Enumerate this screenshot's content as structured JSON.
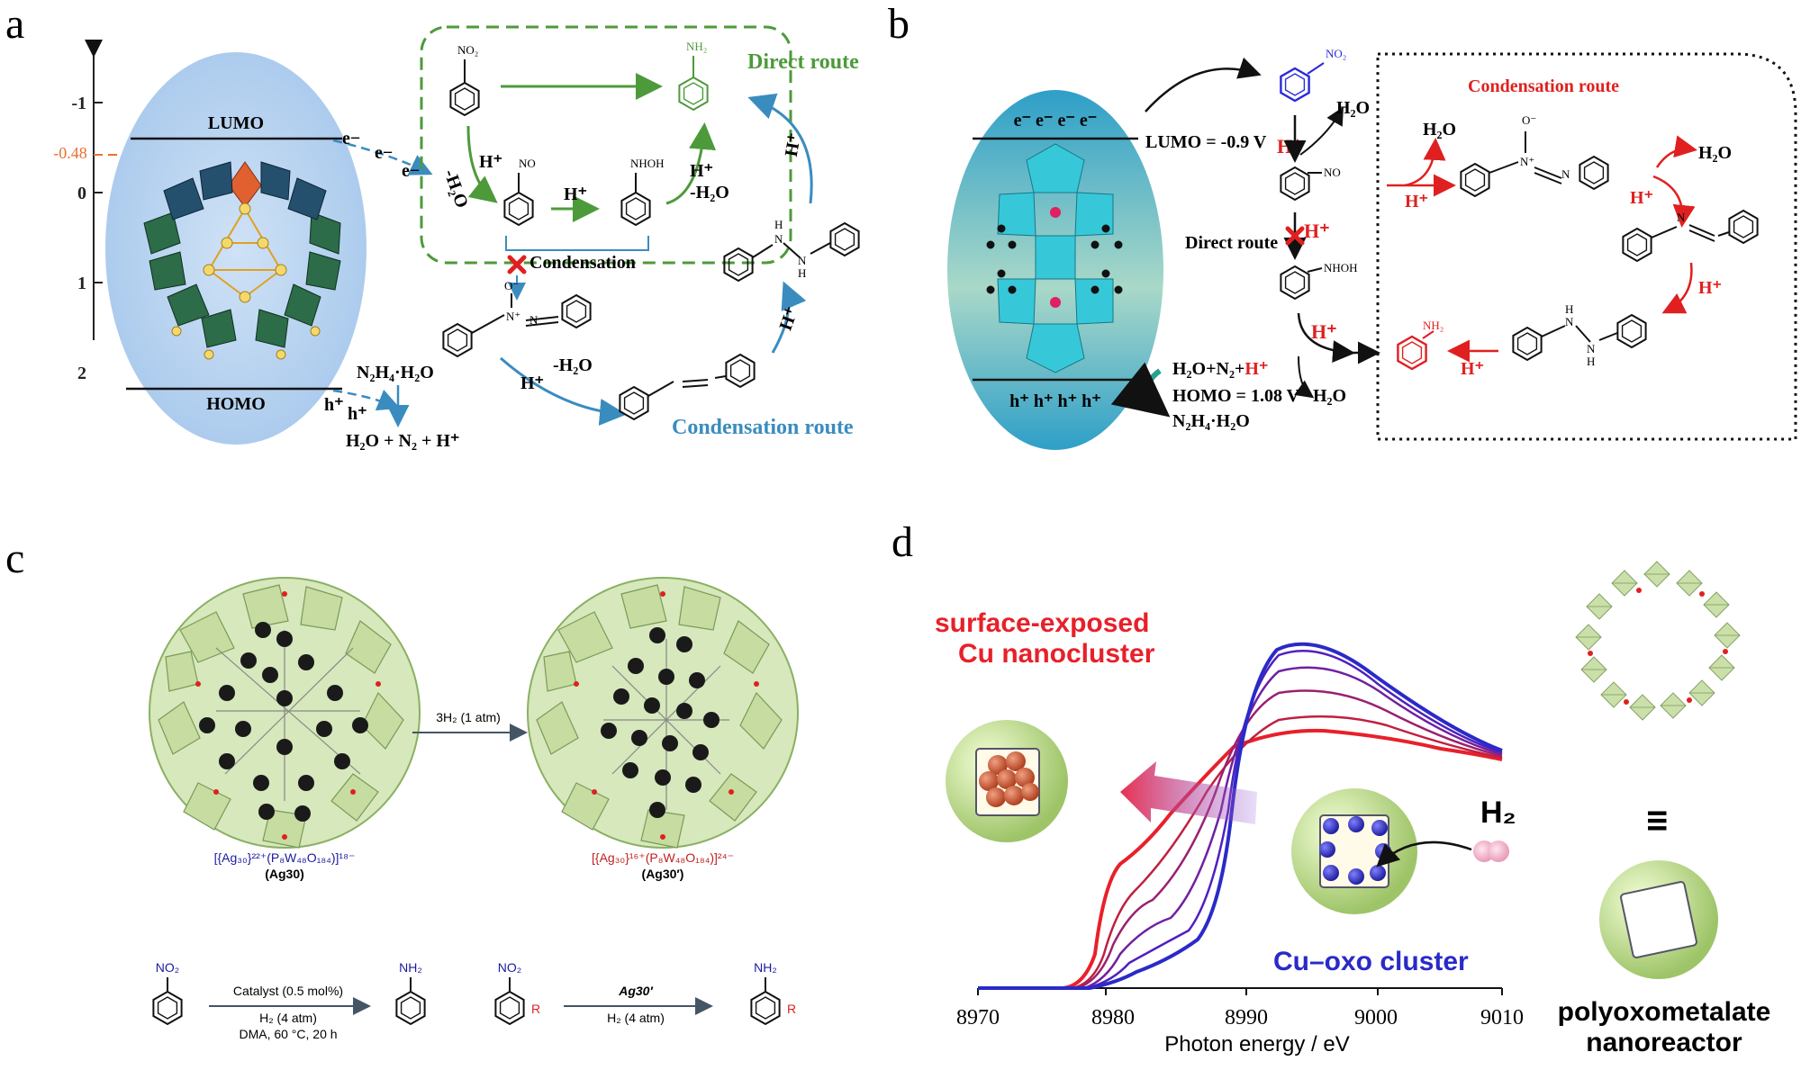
{
  "panels": {
    "a": {
      "letter": "a",
      "axis_ticks": [
        "-1",
        "0",
        "1",
        "2"
      ],
      "marker": "-0.48",
      "lumo": "LUMO",
      "homo": "HOMO",
      "electron": "e−",
      "hole": "h⁺",
      "reductant": "N₂H₄·H₂O",
      "oxidation_products": "H₂O + N₂ + H⁺",
      "direct_route": "Direct route",
      "condensation": "Condensation",
      "condensation_route": "Condensation route",
      "proton": "H⁺",
      "water_loss": "-H₂O",
      "water_loss_2": "-H₂O",
      "water_loss_3": "-H₂O",
      "nh2": "NH₂",
      "no2": "NO₂",
      "no": "NO",
      "nhoh": "NHOH",
      "o_minus": "O⁻",
      "n_plus": "N⁺",
      "n": "N",
      "nh": "N",
      "h": "H"
    },
    "b": {
      "letter": "b",
      "electrons": "e⁻ e⁻ e⁻ e⁻",
      "holes": "h⁺ h⁺ h⁺ h⁺",
      "lumo": "LUMO = -0.9 V",
      "homo": "HOMO = 1.08 V",
      "reductant": "N₂H₄·H₂O",
      "oxidation_products_a": "H₂O+N₂+",
      "oxidation_products_b": "H⁺",
      "water": "H₂O",
      "proton": "H⁺",
      "direct_route": "Direct route",
      "condensation_route": "Condensation route",
      "no2": "NO₂",
      "no": "NO",
      "nhoh": "NHOH",
      "nh2": "NH₂",
      "o_minus": "O⁻",
      "n_plus": "N⁺",
      "n": "N",
      "h": "H"
    },
    "c": {
      "letter": "c",
      "arrow_label": "3H₂ (1 atm)",
      "formula_left": "[{Ag₃₀}²²⁺(P₈W₄₈O₁₈₄)]¹⁸⁻",
      "name_left": "(Ag30)",
      "formula_right": "[{Ag₃₀}¹⁶⁺(P₈W₄₈O₁₈₄)]²⁴⁻",
      "name_right": "(Ag30′)",
      "no2": "NO₂",
      "nh2": "NH₂",
      "r": "R",
      "catalyst": "Catalyst (0.5 mol%)",
      "h2_pressure": "H₂ (4 atm)",
      "conditions": "DMA, 60 °C, 20 h",
      "catalyst_2": "Ag30′",
      "h2_pressure_2": "H₂ (4 atm)"
    },
    "d": {
      "letter": "d",
      "title_line1": "surface-exposed",
      "title_line2": "Cu nanocluster",
      "cu_oxo": "Cu–oxo cluster",
      "h2": "H₂",
      "equiv": "III",
      "nanoreactor_line1": "polyoxometalate",
      "nanoreactor_line2": "nanoreactor",
      "xlabel": "Photon energy / eV",
      "xticks": [
        "8970",
        "8980",
        "8990",
        "9000",
        "9010"
      ],
      "colors": {
        "reduced": "#e8202a",
        "oxidized": "#2a2ac8",
        "green": "#b9d98a"
      }
    }
  },
  "colors": {
    "direct_green": "#4d9a3a",
    "condensation_blue": "#3a8cbf",
    "homo_lumo_red": "#e83030",
    "marker_orange": "#e87030",
    "ellipse_blue": "#bcd6f0",
    "teal_poly": "#36c8d8"
  }
}
